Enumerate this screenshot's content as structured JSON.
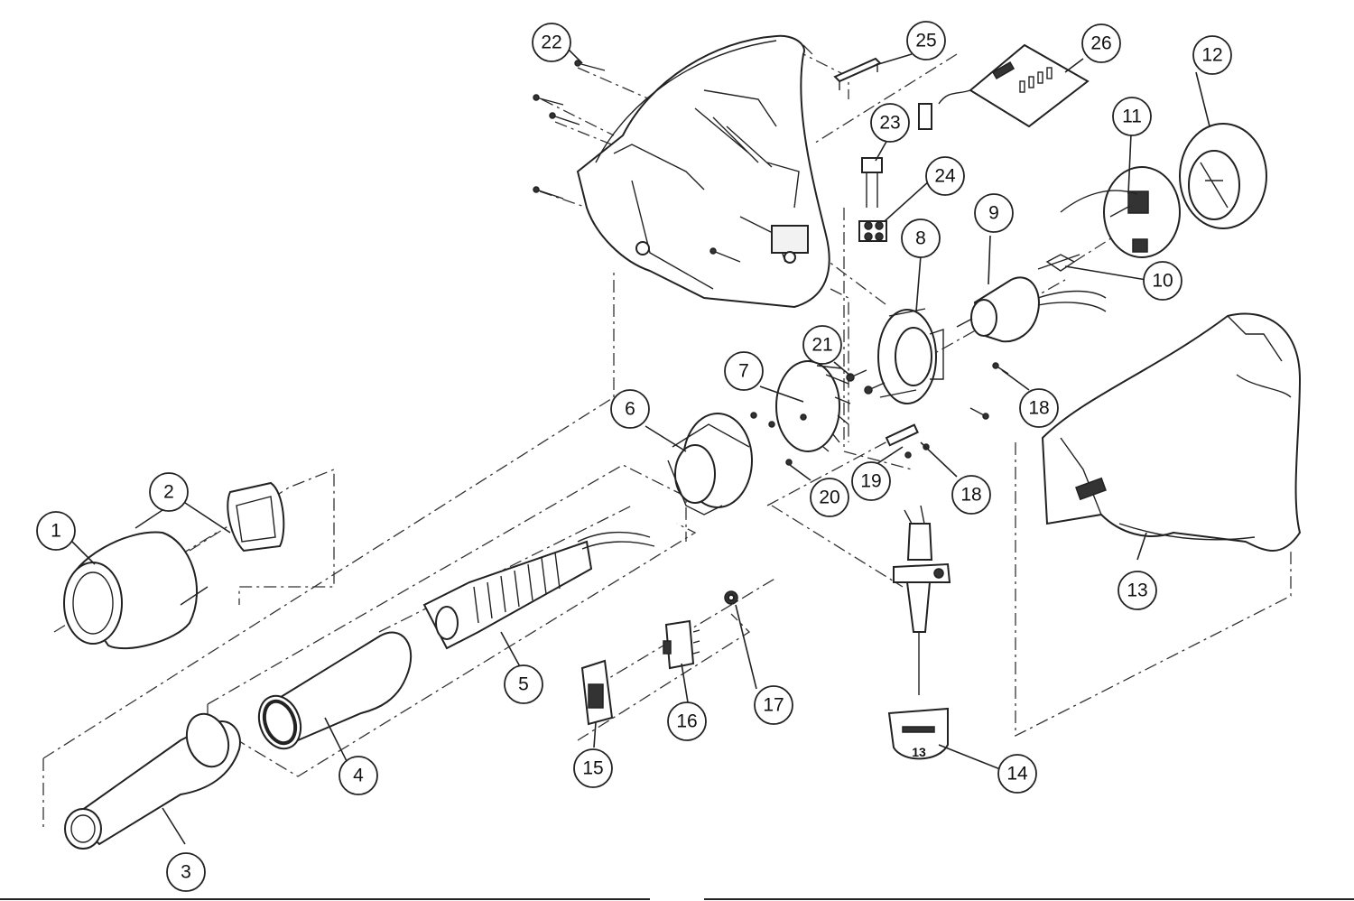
{
  "diagram": {
    "type": "exploded-parts-view",
    "plug_marking": "13",
    "callouts": [
      {
        "id": "1",
        "label": "1"
      },
      {
        "id": "2",
        "label": "2"
      },
      {
        "id": "3",
        "label": "3"
      },
      {
        "id": "4",
        "label": "4"
      },
      {
        "id": "5",
        "label": "5"
      },
      {
        "id": "6",
        "label": "6"
      },
      {
        "id": "7",
        "label": "7"
      },
      {
        "id": "8",
        "label": "8"
      },
      {
        "id": "9",
        "label": "9"
      },
      {
        "id": "10",
        "label": "10"
      },
      {
        "id": "11",
        "label": "11"
      },
      {
        "id": "12",
        "label": "12"
      },
      {
        "id": "13",
        "label": "13"
      },
      {
        "id": "14",
        "label": "14"
      },
      {
        "id": "15",
        "label": "15"
      },
      {
        "id": "16",
        "label": "16"
      },
      {
        "id": "17",
        "label": "17"
      },
      {
        "id": "18a",
        "label": "18"
      },
      {
        "id": "18b",
        "label": "18"
      },
      {
        "id": "19",
        "label": "19"
      },
      {
        "id": "20",
        "label": "20"
      },
      {
        "id": "21",
        "label": "21"
      },
      {
        "id": "22",
        "label": "22"
      },
      {
        "id": "23",
        "label": "23"
      },
      {
        "id": "24",
        "label": "24"
      },
      {
        "id": "25",
        "label": "25"
      },
      {
        "id": "26",
        "label": "26"
      }
    ]
  }
}
